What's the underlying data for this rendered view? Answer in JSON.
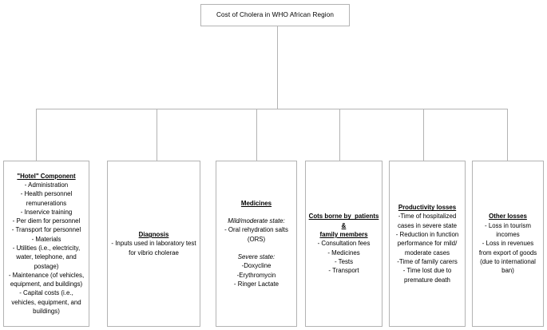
{
  "diagram": {
    "type": "tree",
    "root": {
      "label": "Cost of Cholera in WHO African Region"
    },
    "leaves": [
      {
        "title": "\"Hotel\" Component",
        "lines": [
          "- Administration",
          "- Health personnel remunerations",
          "- Inservice training",
          "- Per diem for personnel",
          "- Transport for personnel",
          "- Materials",
          "- Utilities (i.e., electricity, water, telephone, and postage)",
          "- Maintenance (of vehicles, equipment, and buildings)",
          "- Capital costs (i.e., vehicles, equipment, and buildings)"
        ]
      },
      {
        "title": "Diagnosis",
        "lines": [
          "- Inputs used in laboratory test for vibrio cholerae"
        ]
      },
      {
        "title": "Medicines",
        "groups": [
          {
            "subtitle": "Mild/moderate state:",
            "lines": [
              "- Oral rehydration salts (ORS)"
            ]
          },
          {
            "subtitle": "Severe state:",
            "lines": [
              "-Doxycline",
              "-Erythromycin",
              "- Ringer Lactate"
            ]
          }
        ]
      },
      {
        "title": "Cots borne by  patients\n&\nfamily members",
        "lines": [
          "- Consultation fees",
          "- Medicines",
          "- Tests",
          "- Transport"
        ]
      },
      {
        "title": "Productivity losses",
        "lines": [
          "-Time of hospitalized cases in severe state",
          "- Reduction in function performance for mild/ moderate cases",
          "-Time of family carers",
          "- Time lost due to premature death"
        ]
      },
      {
        "title": "Other losses",
        "lines": [
          "- Loss in tourism incomes",
          "- Loss in revenues from export of goods (due to international ban)"
        ]
      }
    ],
    "colors": {
      "border": "#b3b3b3",
      "background": "#ffffff",
      "text": "#000000"
    }
  }
}
